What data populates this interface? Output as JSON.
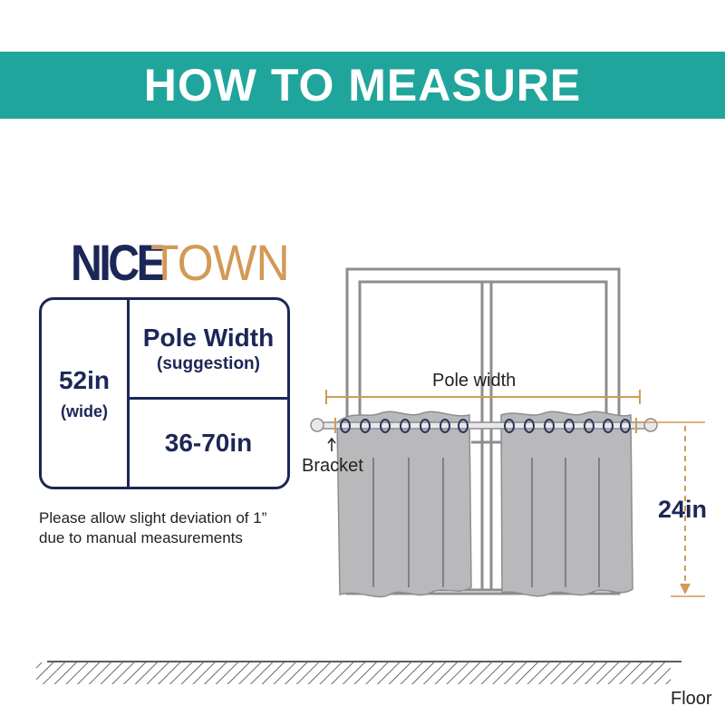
{
  "banner": {
    "title": "HOW TO MEASURE"
  },
  "brand": {
    "part1": "NICE",
    "part2": "TOWN"
  },
  "spec": {
    "width_value": "52in",
    "width_note": "(wide)",
    "pole_title": "Pole Width",
    "pole_note": "(suggestion)",
    "pole_range": "36-70in"
  },
  "note": {
    "line1": "Please allow slight deviation of 1”",
    "line2": "due to manual measurements"
  },
  "diagram": {
    "pole_width_label": "Pole width",
    "bracket_label": "Bracket",
    "height_label": "24in",
    "floor_label": "Floor"
  },
  "colors": {
    "banner": "#1fa59c",
    "brand_dark": "#1c2757",
    "brand_gold": "#d29a55",
    "curtain": "#b9b9bb",
    "frame": "#8d8d8f",
    "measure": "#d29a55"
  }
}
